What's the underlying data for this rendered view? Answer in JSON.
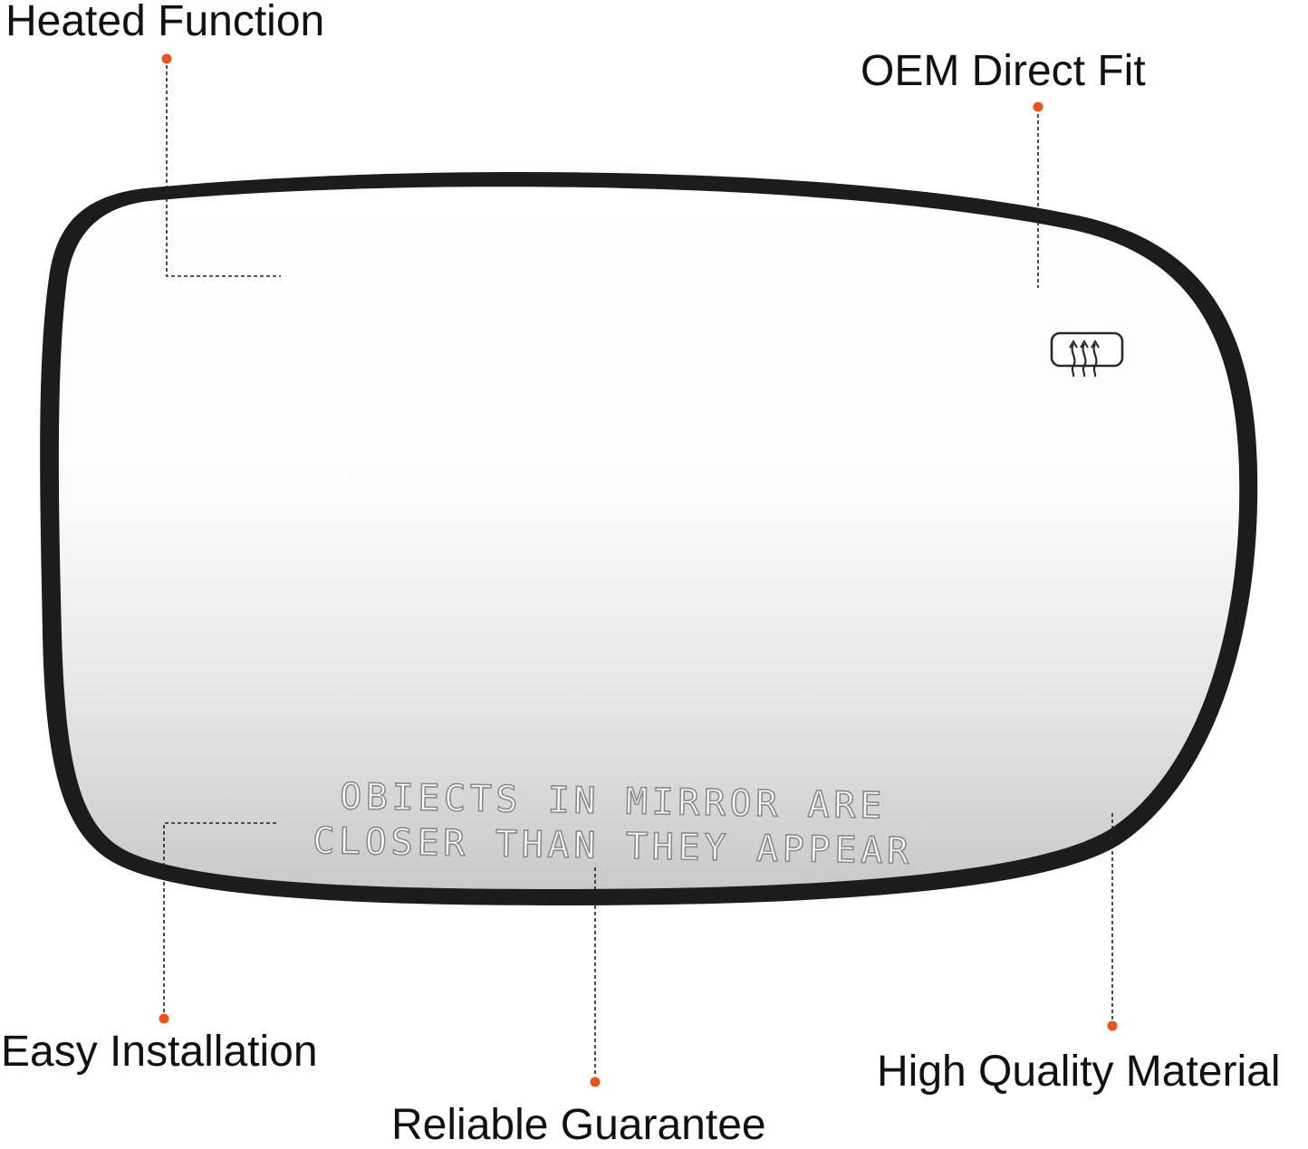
{
  "callouts": {
    "heated_function": "Heated Function",
    "oem_direct_fit": "OEM Direct Fit",
    "easy_installation": "Easy Installation",
    "reliable_guarantee": "Reliable Guarantee",
    "high_quality_material": "High Quality Material"
  },
  "mirror": {
    "warning_line_1": "OBIECTS IN MIRROR ARE",
    "warning_line_2": "CLOSER THAN THEY APPEAR"
  },
  "colors": {
    "callout_dot": "#e8541c",
    "frame": "#1c1c1c"
  },
  "icons": [
    "heater-defrost-icon"
  ]
}
